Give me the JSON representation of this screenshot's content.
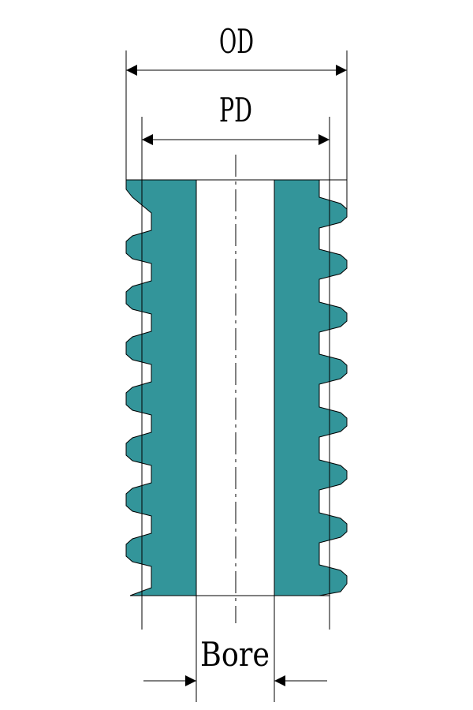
{
  "labels": {
    "outer_diameter": "OD",
    "pitch_diameter": "PD",
    "bore": "Bore"
  },
  "colors": {
    "body_fill": "#33959A",
    "line": "#000000",
    "background": "#FFFFFF"
  }
}
